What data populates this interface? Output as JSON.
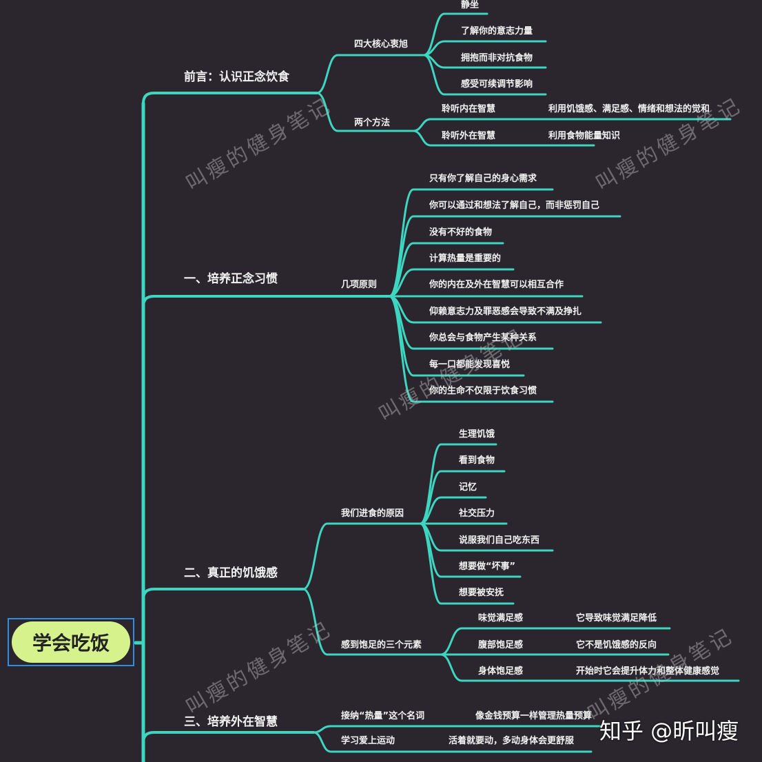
{
  "root": "学会吃饭",
  "colors": {
    "line": "#3dd6c0",
    "background": "#2b262e",
    "root_fill": "#d6f28c",
    "root_border": "#2f8fe0"
  },
  "branches": [
    {
      "label": "前言：认识正念饮食",
      "children": [
        {
          "label": "四大核心衷旭",
          "children": [
            "静坐",
            "了解你的意志力量",
            "拥抱而非对抗食物",
            "感受可续调节影响"
          ]
        },
        {
          "label": "两个方法",
          "children": [
            {
              "label": "聆听内在智慧",
              "detail": "利用饥饿感、满足感、情绪和想法的觉和"
            },
            {
              "label": "聆听外在智慧",
              "detail": "利用食物能量知识"
            }
          ]
        }
      ]
    },
    {
      "label": "一、培养正念习惯",
      "children": [
        {
          "label": "几项原则",
          "children": [
            "只有你了解自己的身心需求",
            "你可以通过和想法了解自己，而非惩罚自己",
            "没有不好的食物",
            "计算热量是重要的",
            "你的内在及外在智慧可以相互合作",
            "仰赖意志力及罪恶感会导致不满及挣扎",
            "你总会与食物产生某种关系",
            "每一口都能发现喜悦",
            "你的生命不仅限于饮食习惯"
          ]
        }
      ]
    },
    {
      "label": "二、真正的饥饿感",
      "children": [
        {
          "label": "我们进食的原因",
          "children": [
            "生理饥饿",
            "看到食物",
            "记忆",
            "社交压力",
            "说服我们自己吃东西",
            "想要做“坏事”",
            "想要被安抚"
          ]
        },
        {
          "label": "感到饱足的三个元素",
          "children": [
            {
              "label": "味觉满足感",
              "detail": "它导致味觉满足降低"
            },
            {
              "label": "腹部饱足感",
              "detail": "它不是饥饿感的反向"
            },
            {
              "label": "身体饱足感",
              "detail": "开始时它会提升体力和整体健康感觉"
            }
          ]
        }
      ]
    },
    {
      "label": "三、培养外在智慧",
      "children": [
        {
          "label": "接纳“热量”这个名词",
          "detail": "像金钱预算一样管理热量预算"
        },
        {
          "label": "学习爱上运动",
          "detail": "活着就要动，多动身体会更舒服"
        }
      ]
    }
  ],
  "watermark": "叫瘦的健身笔记",
  "credit": "知乎 @昕叫瘦"
}
